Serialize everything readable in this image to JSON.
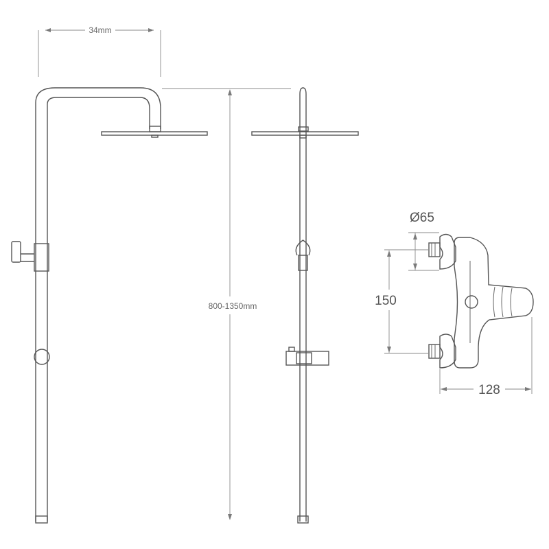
{
  "dimensions": {
    "arm_projection": "34mm",
    "height_range": "800-1350mm",
    "mixer_diameter": "Ø65",
    "mixer_centers": "150",
    "mixer_depth": "128"
  },
  "colors": {
    "line": "#555555",
    "dimension": "#8a8a8a",
    "background": "#ffffff"
  }
}
